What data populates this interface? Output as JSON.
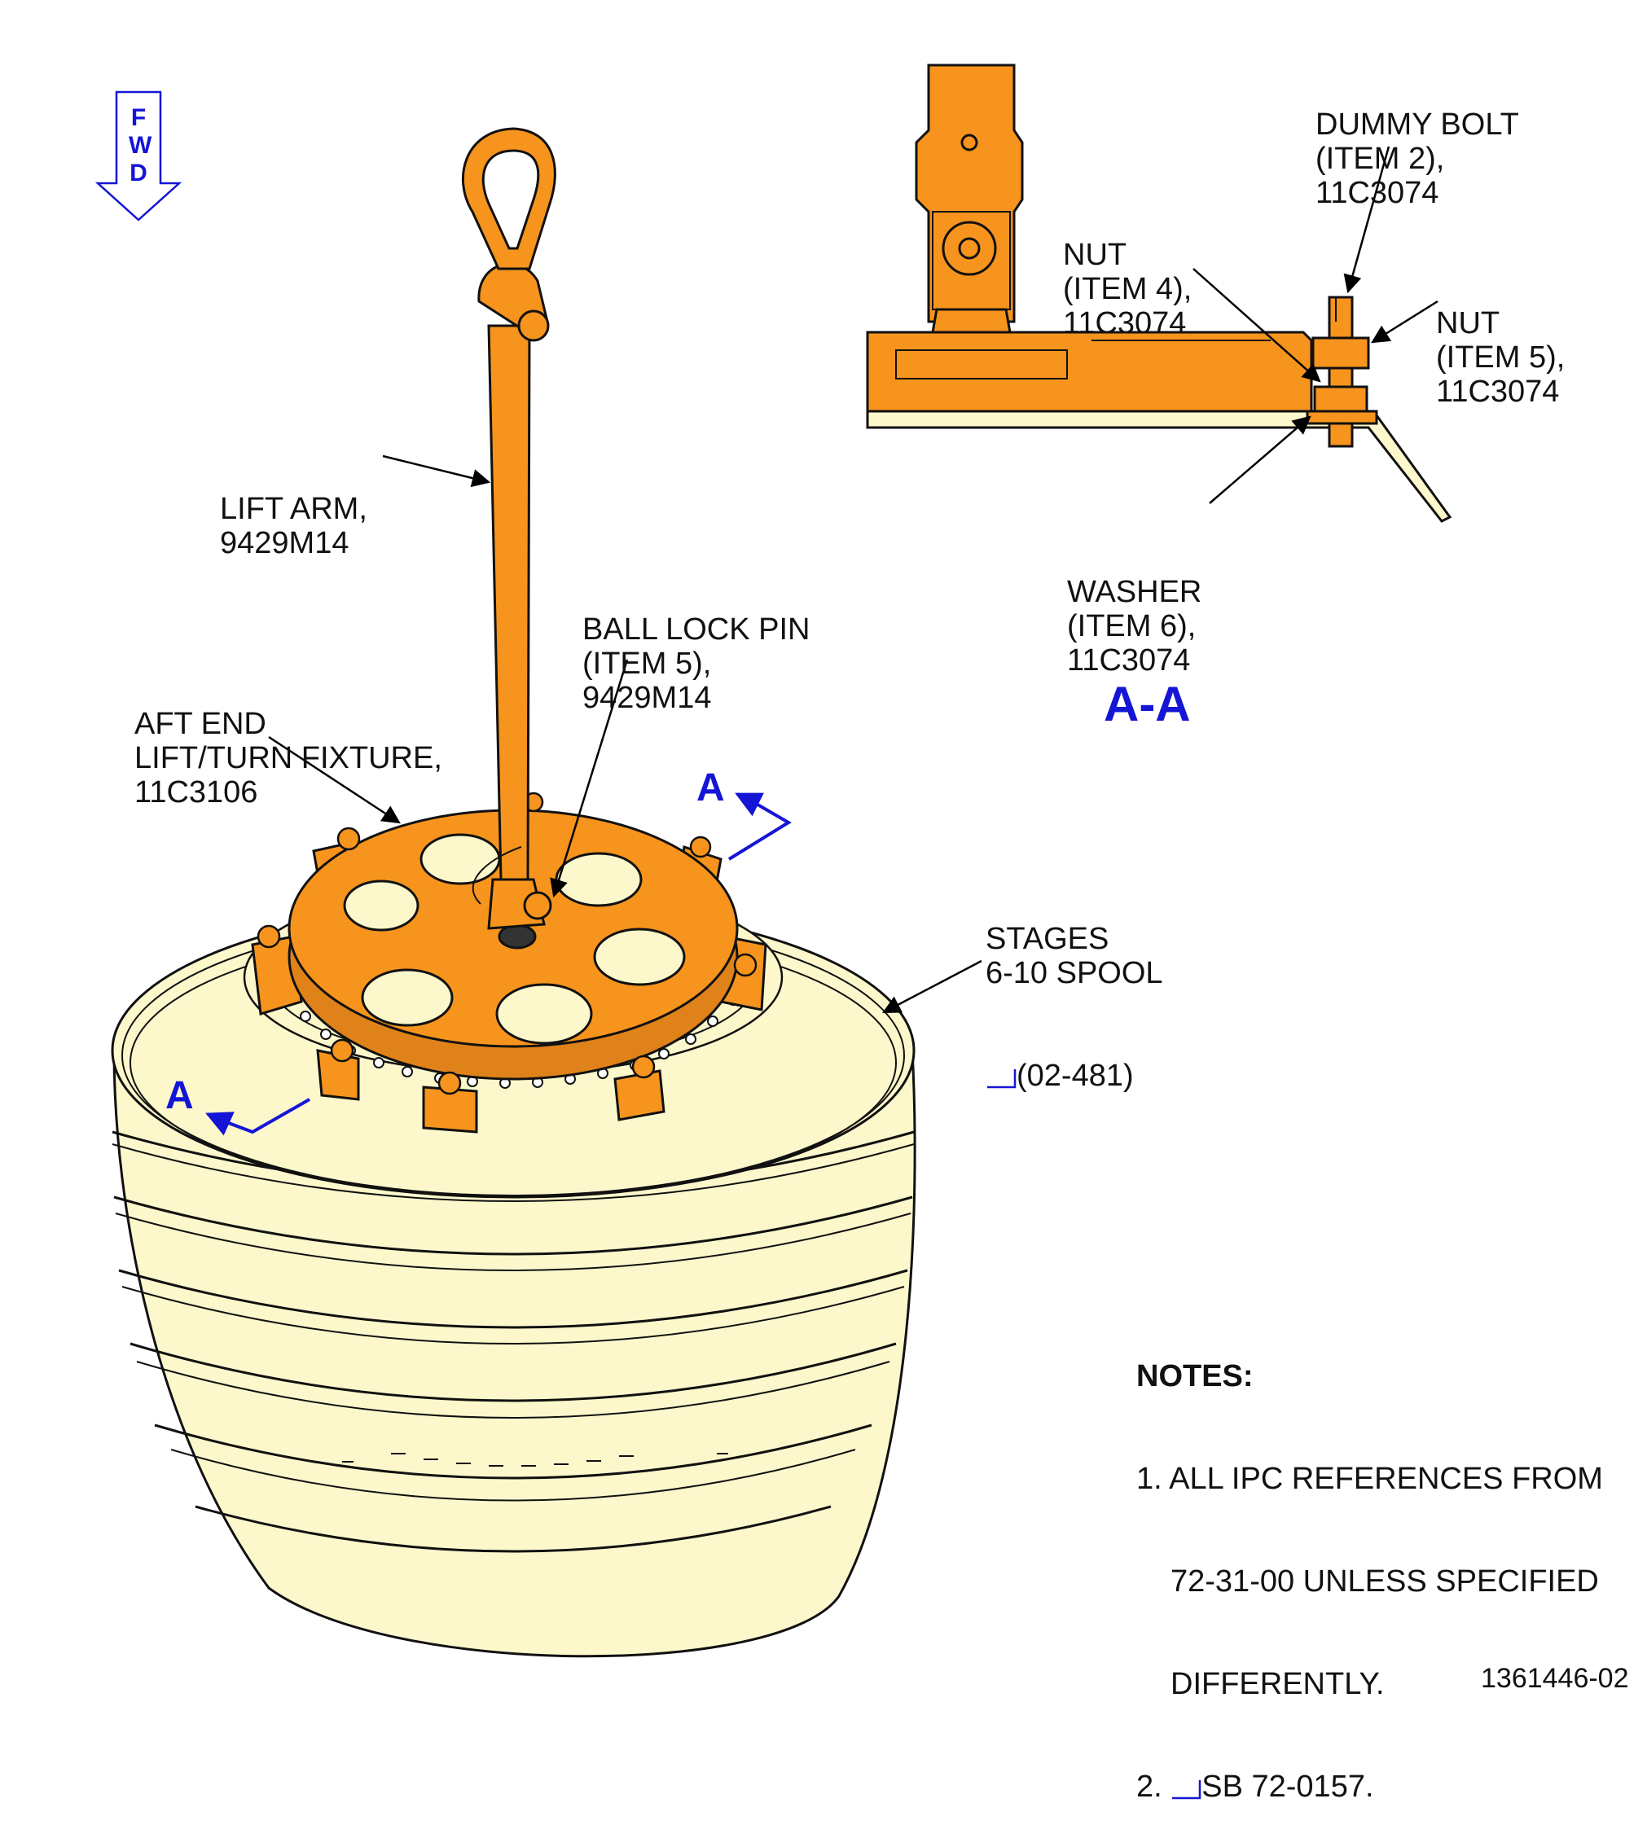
{
  "fwd": {
    "letters": [
      "F",
      "W",
      "D"
    ]
  },
  "labels": {
    "lift_arm": [
      "LIFT ARM,",
      "9429M14"
    ],
    "ball_lock_pin": [
      "BALL LOCK PIN",
      "(ITEM 5),",
      "9429M14"
    ],
    "aft_end": [
      "AFT END",
      "LIFT/TURN FIXTURE,",
      "11C3106"
    ],
    "stages": [
      "STAGES",
      "6-10 SPOOL",
      "(02-481)"
    ],
    "dummy_bolt": [
      "DUMMY BOLT",
      "(ITEM 2),",
      "11C3074"
    ],
    "nut4": [
      "NUT",
      "(ITEM 4),",
      "11C3074"
    ],
    "nut5": [
      "NUT",
      "(ITEM 5),",
      "11C3074"
    ],
    "washer": [
      "WASHER",
      "(ITEM 6),",
      "11C3074"
    ]
  },
  "section": {
    "title": "A-A",
    "marker": "A"
  },
  "notes": {
    "title": "NOTES:",
    "n1": [
      "1. ALL IPC REFERENCES FROM",
      "72-31-00 UNLESS SPECIFIED",
      "DIFFERENTLY."
    ],
    "n2": [
      "2. ",
      "SB 72-0157."
    ]
  },
  "figure_id": "1361446-02",
  "colors": {
    "orange": "#f7941d",
    "cream": "#fdf8cc",
    "blue": "#1515d6"
  }
}
